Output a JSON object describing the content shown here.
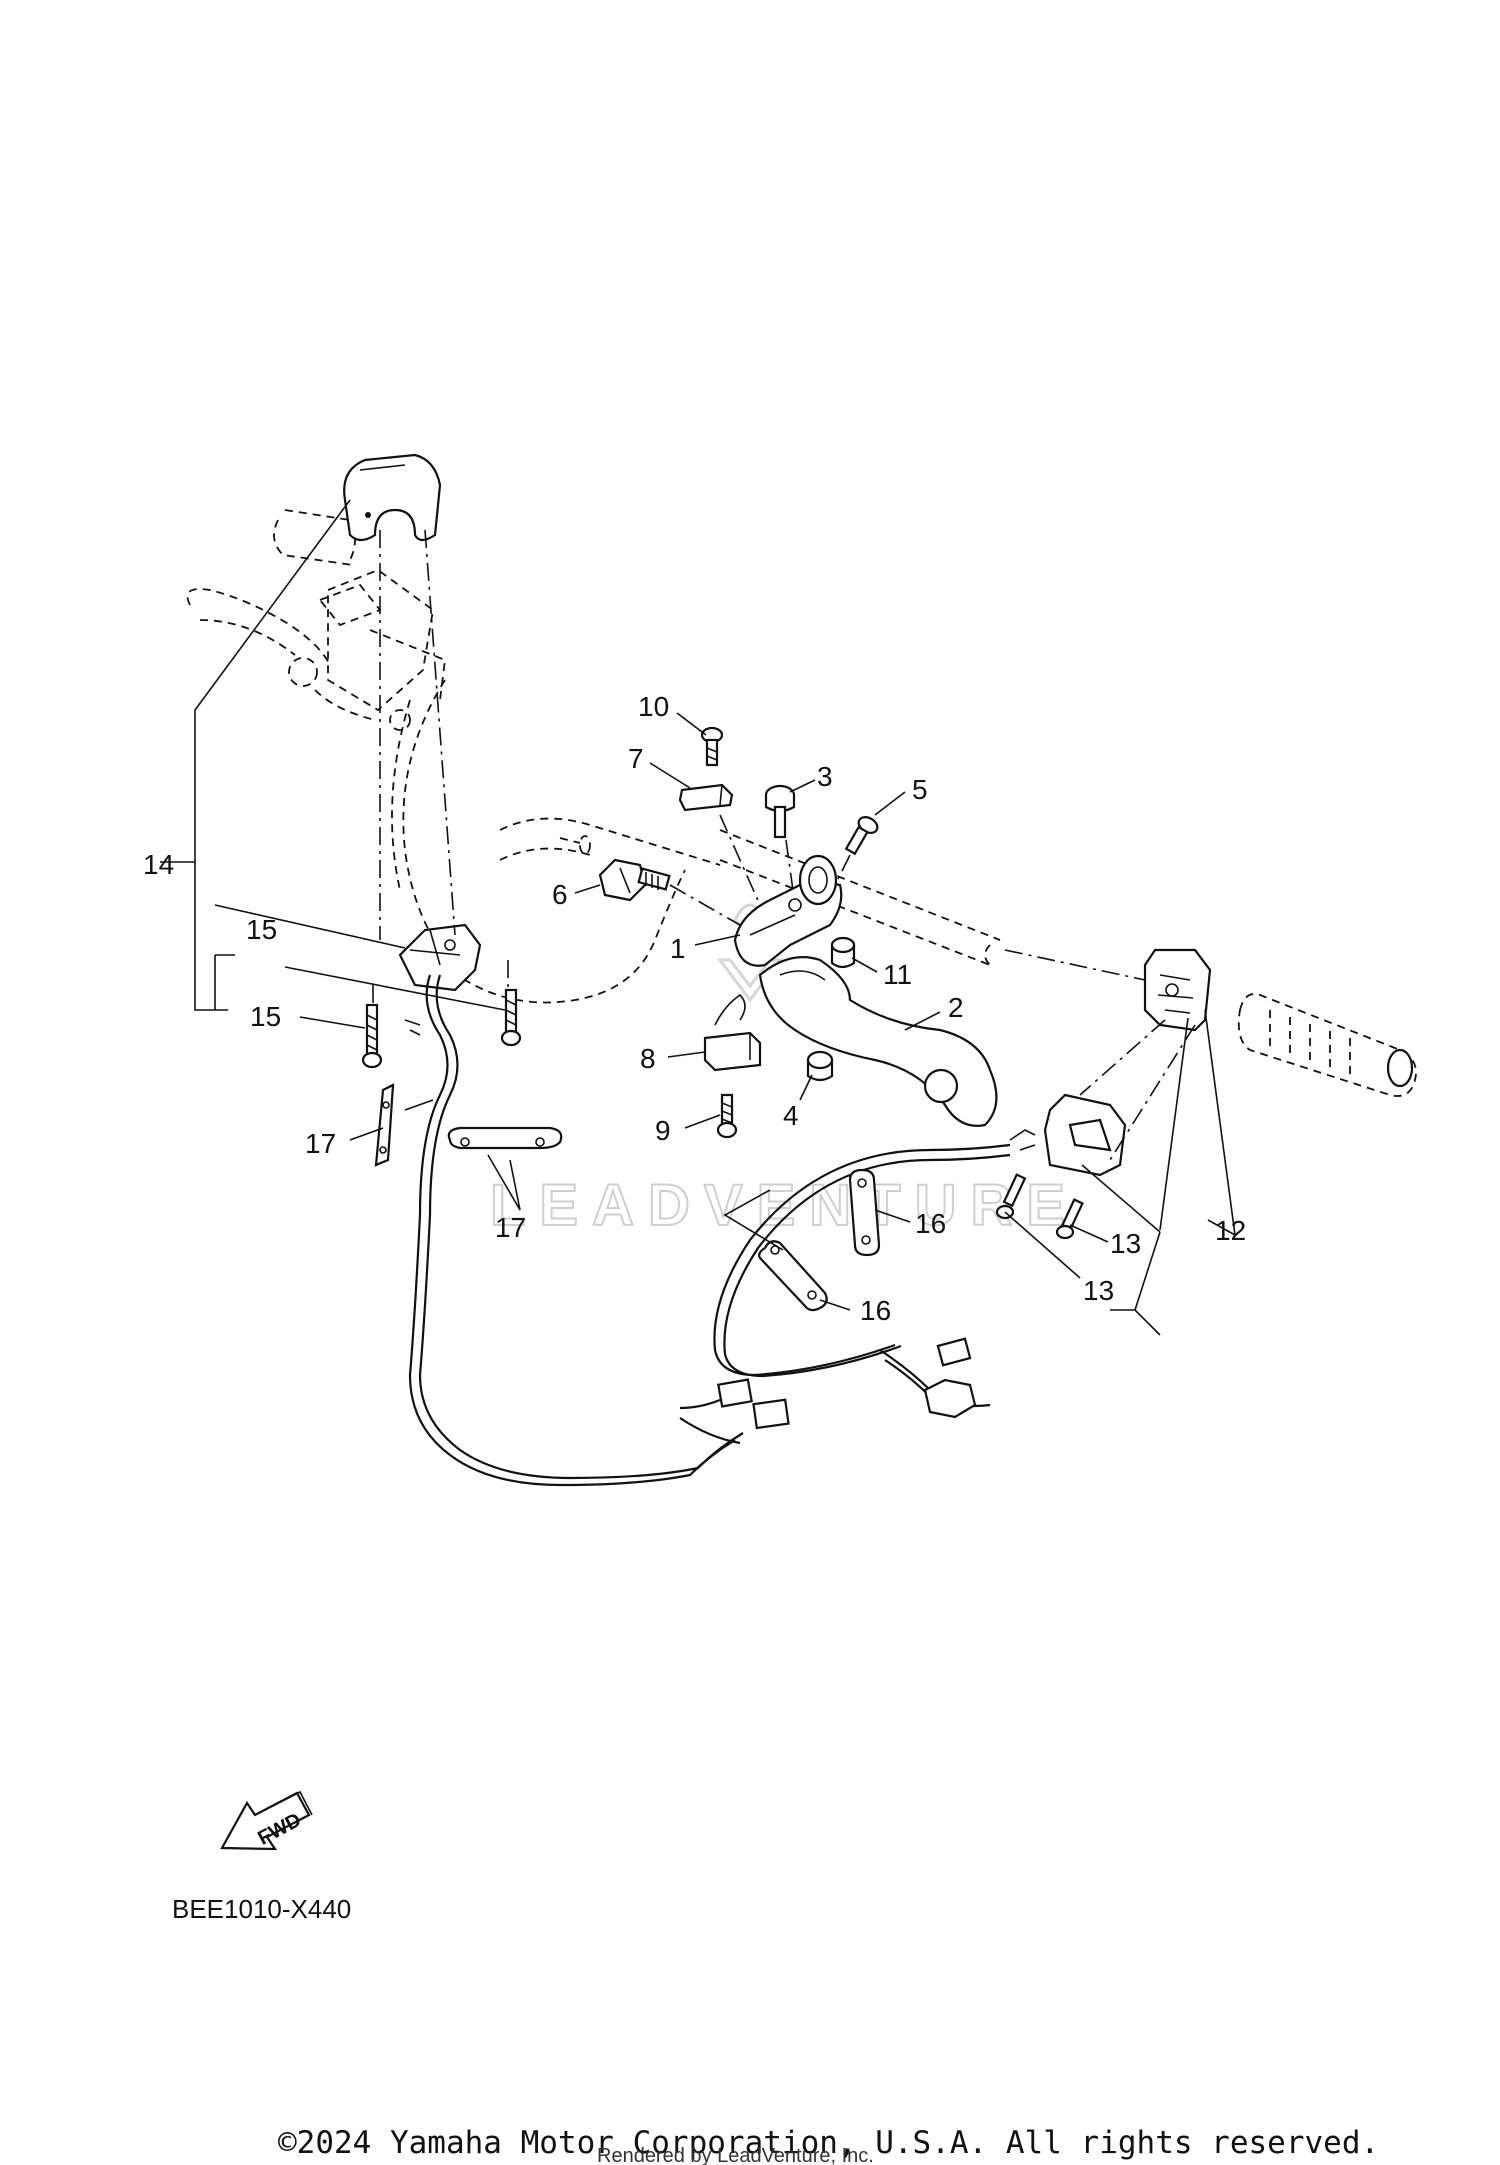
{
  "diagram": {
    "callouts": {
      "n1": "1",
      "n2": "2",
      "n3": "3",
      "n4": "4",
      "n5": "5",
      "n6": "6",
      "n7": "7",
      "n8": "8",
      "n9": "9",
      "n10": "10",
      "n11": "11",
      "n12": "12",
      "n13a": "13",
      "n13b": "13",
      "n14": "14",
      "n15a": "15",
      "n15b": "15",
      "n16a": "16",
      "n16b": "16",
      "n17a": "17",
      "n17b": "17"
    },
    "fwd_label": "FWD",
    "drawing_code": "BEE1010-X440",
    "watermark": "LEADVENTURE",
    "copyright": "©2024 Yamaha Motor Corporation, U.S.A. All rights reserved.",
    "rendered_by": "Rendered by LeadVenture, Inc."
  }
}
